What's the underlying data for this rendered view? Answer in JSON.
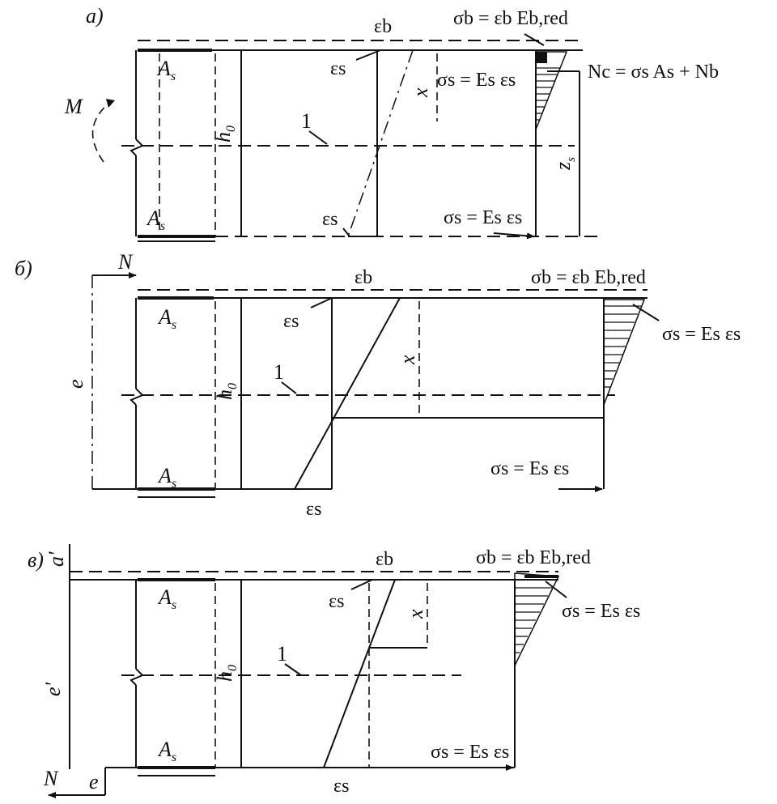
{
  "panels": [
    {
      "label": "а)",
      "moment": "M",
      "area_top": "A",
      "area_top_sub": "s",
      "area_bottom": "A",
      "area_bottom_sub": "s",
      "height": "h",
      "height_sub": "0",
      "neutral_axis": "1",
      "x": "x",
      "z": "z",
      "z_sub": "s",
      "eps_b": "εb",
      "eps_s_top": "εs",
      "eps_s_bottom": "εs",
      "sigma_b": "σb = εb Eb,red",
      "sigma_s_top": "σs = Es εs",
      "sigma_s_bottom": "σs = Es εs",
      "resultant": "Nc = σs As + Nb"
    },
    {
      "label": "б)",
      "force": "N",
      "eccentricity": "e",
      "area_top": "A",
      "area_top_sub": "s",
      "area_bottom": "A",
      "area_bottom_sub": "s",
      "height": "h",
      "height_sub": "0",
      "neutral_axis": "1",
      "x": "x",
      "eps_b": "εb",
      "eps_s_top": "εs",
      "eps_s_bottom": "εs",
      "sigma_b": "σb = εb Eb,red",
      "sigma_s_top": "σs = Es εs",
      "sigma_s_bottom": "σs = Es εs"
    },
    {
      "label": "в)",
      "force": "N",
      "cover": "a'",
      "eccentricity": "e'",
      "eccentricity_small": "e",
      "area_top": "A",
      "area_top_sub": "s",
      "area_bottom": "A",
      "area_bottom_sub": "s",
      "height": "h",
      "height_sub": "0",
      "neutral_axis": "1",
      "x": "x",
      "eps_b": "εb",
      "eps_s_top": "εs",
      "eps_s_bottom": "εs",
      "sigma_b": "σb = εb Eb,red",
      "sigma_s_top": "σs = Es εs",
      "sigma_s_bottom": "σs = Es εs"
    }
  ]
}
